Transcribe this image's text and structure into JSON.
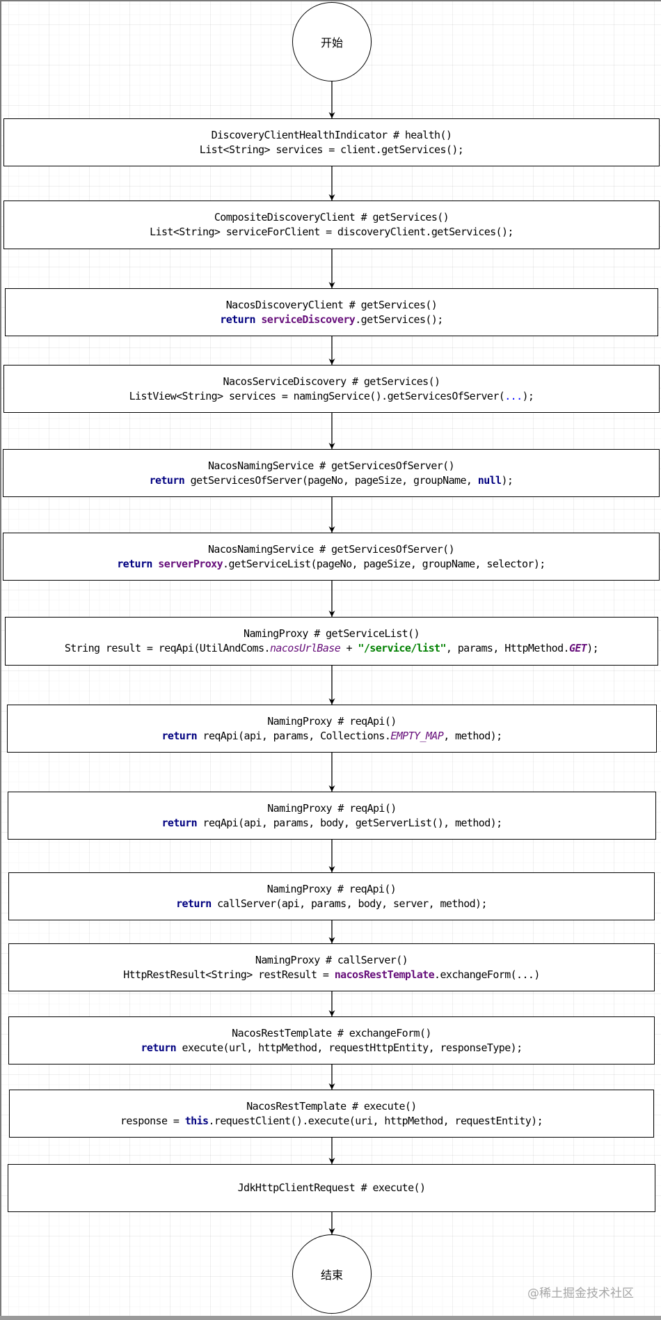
{
  "diagram": {
    "start_label": "开始",
    "end_label": "结束",
    "steps": [
      {
        "title": "DiscoveryClientHealthIndicator # health()",
        "code": [
          {
            "t": "List<String> services = client.getServices();",
            "s": ""
          }
        ]
      },
      {
        "title": "CompositeDiscoveryClient # getServices()",
        "code": [
          {
            "t": "List<String> serviceForClient = discoveryClient.getServices();",
            "s": ""
          }
        ]
      },
      {
        "title": "NacosDiscoveryClient # getServices()",
        "code": [
          {
            "t": "return",
            "s": "kw"
          },
          {
            "t": " ",
            "s": ""
          },
          {
            "t": "serviceDiscovery",
            "s": "field"
          },
          {
            "t": ".getServices();",
            "s": ""
          }
        ]
      },
      {
        "title": "NacosServiceDiscovery # getServices()",
        "code": [
          {
            "t": "ListView<String> services = namingService().getServicesOfServer(",
            "s": ""
          },
          {
            "t": "...",
            "s": "num"
          },
          {
            "t": ");",
            "s": ""
          }
        ]
      },
      {
        "title": "NacosNamingService # getServicesOfServer()",
        "code": [
          {
            "t": "return",
            "s": "kw"
          },
          {
            "t": " getServicesOfServer(pageNo, pageSize, groupName, ",
            "s": ""
          },
          {
            "t": "null",
            "s": "kw"
          },
          {
            "t": ");",
            "s": ""
          }
        ]
      },
      {
        "title": "NacosNamingService # getServicesOfServer()",
        "code": [
          {
            "t": "return",
            "s": "kw"
          },
          {
            "t": " ",
            "s": ""
          },
          {
            "t": "serverProxy",
            "s": "field"
          },
          {
            "t": ".getServiceList(pageNo, pageSize, groupName, selector);",
            "s": ""
          }
        ]
      },
      {
        "title": "NamingProxy # getServiceList()",
        "code": [
          {
            "t": "String result = reqApi(UtilAndComs.",
            "s": ""
          },
          {
            "t": "nacosUrlBase",
            "s": "static"
          },
          {
            "t": " + ",
            "s": ""
          },
          {
            "t": "\"/service/list\"",
            "s": "str"
          },
          {
            "t": ", params, HttpMethod.",
            "s": ""
          },
          {
            "t": "GET",
            "s": "staticb"
          },
          {
            "t": ");",
            "s": ""
          }
        ]
      },
      {
        "title": "NamingProxy # reqApi()",
        "code": [
          {
            "t": "return",
            "s": "kw"
          },
          {
            "t": " reqApi(api, params, Collections.",
            "s": ""
          },
          {
            "t": "EMPTY_MAP",
            "s": "static"
          },
          {
            "t": ", method);",
            "s": ""
          }
        ]
      },
      {
        "title": "NamingProxy # reqApi()",
        "code": [
          {
            "t": "return",
            "s": "kw"
          },
          {
            "t": " reqApi(api, params, body, getServerList(), method);",
            "s": ""
          }
        ]
      },
      {
        "title": "NamingProxy # reqApi()",
        "code": [
          {
            "t": "return",
            "s": "kw"
          },
          {
            "t": " callServer(api, params, body, server, method);",
            "s": ""
          }
        ]
      },
      {
        "title": "NamingProxy # callServer()",
        "code": [
          {
            "t": "HttpRestResult<String> restResult = ",
            "s": ""
          },
          {
            "t": "nacosRestTemplate",
            "s": "field"
          },
          {
            "t": ".exchangeForm(...)",
            "s": ""
          }
        ]
      },
      {
        "title": "NacosRestTemplate # exchangeForm()",
        "code": [
          {
            "t": "return",
            "s": "kw"
          },
          {
            "t": " execute(url, httpMethod, requestHttpEntity, responseType);",
            "s": ""
          }
        ]
      },
      {
        "title": "NacosRestTemplate # execute()",
        "code": [
          {
            "t": "response = ",
            "s": ""
          },
          {
            "t": "this",
            "s": "kw"
          },
          {
            "t": ".requestClient().execute(uri, httpMethod, requestEntity);",
            "s": ""
          }
        ]
      },
      {
        "title": "JdkHttpClientRequest # execute()",
        "code": []
      }
    ]
  },
  "colors": {
    "keyword": "#000080",
    "field": "#660e7a",
    "string": "#008000",
    "number": "#0000ff"
  },
  "watermark": "@稀土掘金技术社区"
}
